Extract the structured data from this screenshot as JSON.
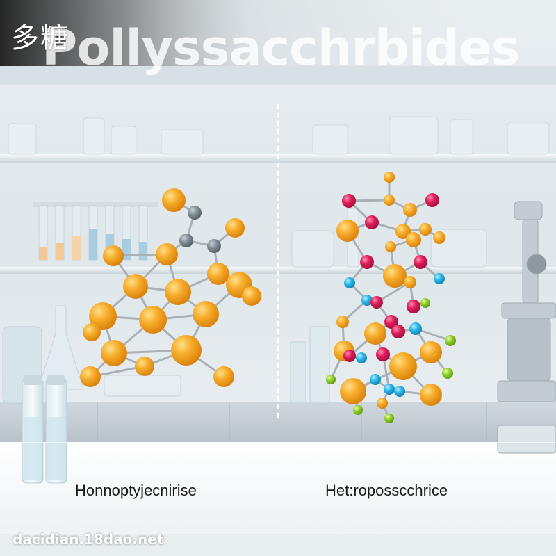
{
  "title_cn": "多糖",
  "title_en": "Pollyssacchrbides",
  "captions": {
    "left": "Honnoptyjecnirise",
    "right": "Het:roposscchrice"
  },
  "watermark": "dacidian.18dao.net",
  "colors": {
    "orange": "#f4a01e",
    "gray": "#7b8791",
    "magenta": "#d81e5b",
    "cyan": "#23b2e6",
    "lime": "#8ccc2c"
  }
}
